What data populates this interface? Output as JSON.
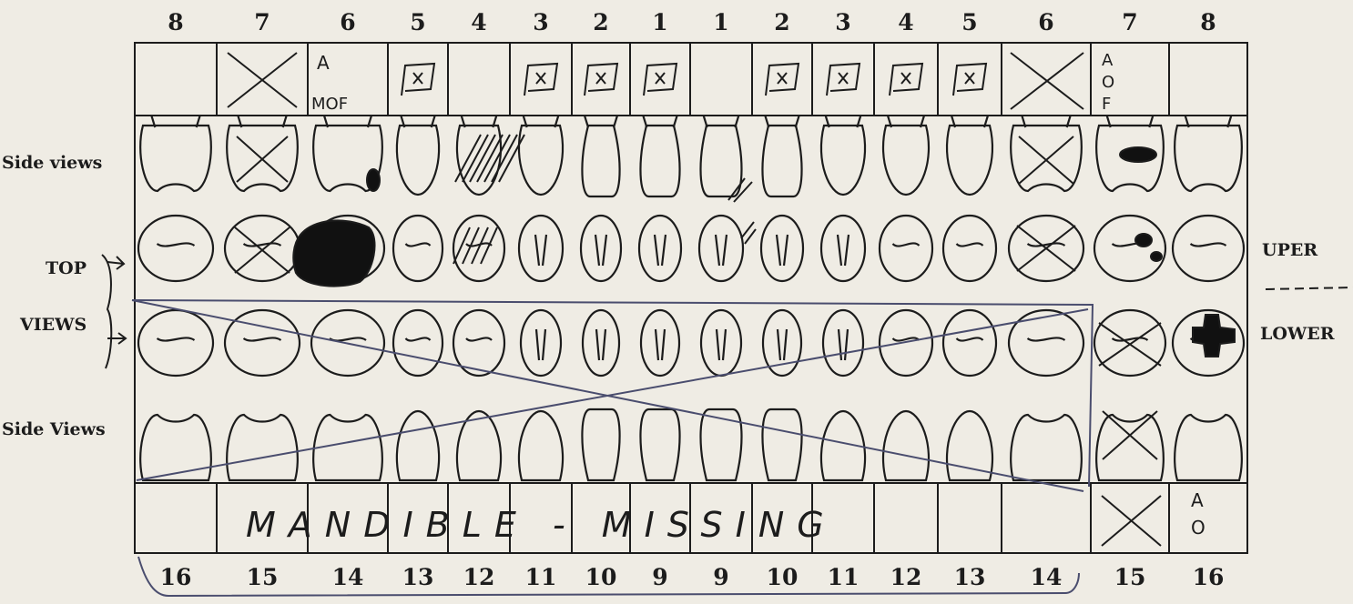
{
  "upper_numbers": [
    "8",
    "7",
    "6",
    "5",
    "4",
    "3",
    "2",
    "1",
    "1",
    "2",
    "3",
    "4",
    "5",
    "6",
    "7",
    "8"
  ],
  "lower_numbers": [
    "16",
    "15",
    "14",
    "13",
    "12",
    "11",
    "10",
    "9",
    "9",
    "10",
    "11",
    "12",
    "13",
    "14",
    "15",
    "16"
  ],
  "labels": {
    "side_views_upper": "Side views",
    "top": "TOP",
    "views": "VIEWS",
    "side_views_lower": "Side Views",
    "upper": "UPER",
    "lower": "LOWER"
  },
  "annotations": {
    "upper_6_a": "A",
    "upper_6_mof": "MOF",
    "upper_7_right": [
      "A",
      "O",
      "F"
    ],
    "lower_16_right": [
      "A",
      "O"
    ],
    "mandible": "MANDIBLE - MISSING"
  },
  "colors": {
    "ink": "#1c1c1c",
    "pencil": "#4a4d6e",
    "paper": "#efece4"
  }
}
